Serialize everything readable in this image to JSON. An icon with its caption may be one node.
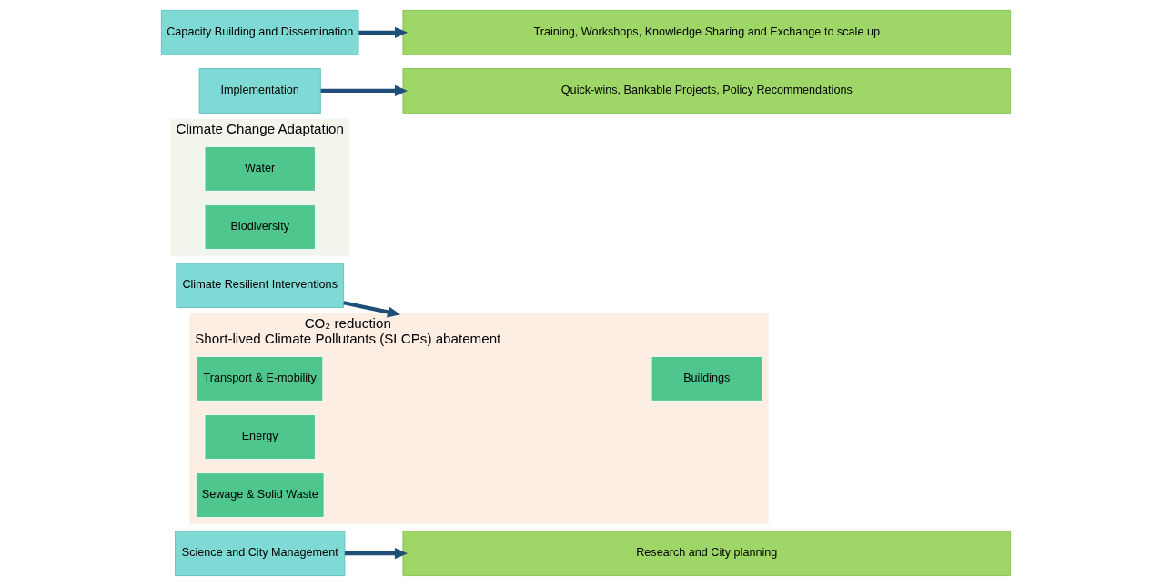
{
  "diagram": {
    "nodes": [
      {
        "text": [
          "Science and City Management"
        ]
      },
      {
        "text": [
          "Research and City planning"
        ]
      },
      {
        "text": [
          "Climate Resilient Interventions"
        ]
      },
      {
        "text": [
          "CO₂ reduction",
          "Short-lived Climate Pollutants (SLCPs) abatement"
        ]
      },
      {
        "text": [
          "Buildings"
        ],
        "in": 3
      },
      {
        "text": [
          "Transport & E-mobility"
        ],
        "in": 3
      },
      {
        "text": [
          "Energy"
        ],
        "in": 3
      },
      {
        "text": [
          "Sewage & Solid Waste"
        ],
        "in": 3
      },
      {
        "text": [
          "Climate Change Adaptation"
        ]
      },
      {
        "text": [
          "Water"
        ],
        "in": 8
      },
      {
        "text": [
          "Biodiversity"
        ],
        "in": 8
      },
      {
        "text": [
          "Implementation"
        ]
      },
      {
        "text": [
          "Quick-wins, Bankable Projects, Policy Recommendations"
        ]
      },
      {
        "text": [
          "Capacity Building and Dissemination"
        ]
      },
      {
        "text": [
          "Training, Workshops, Knowledge Sharing and Exchange to scale up"
        ]
      }
    ],
    "edges": [
      {
        "from": 0,
        "to": 1,
        "arrow": "to"
      },
      {
        "from": 2,
        "to": 3,
        "arrow": "to"
      },
      {
        "from": 11,
        "to": 12,
        "arrow": "to"
      },
      {
        "from": 13,
        "to": 14,
        "arrow": "to"
      }
    ]
  }
}
